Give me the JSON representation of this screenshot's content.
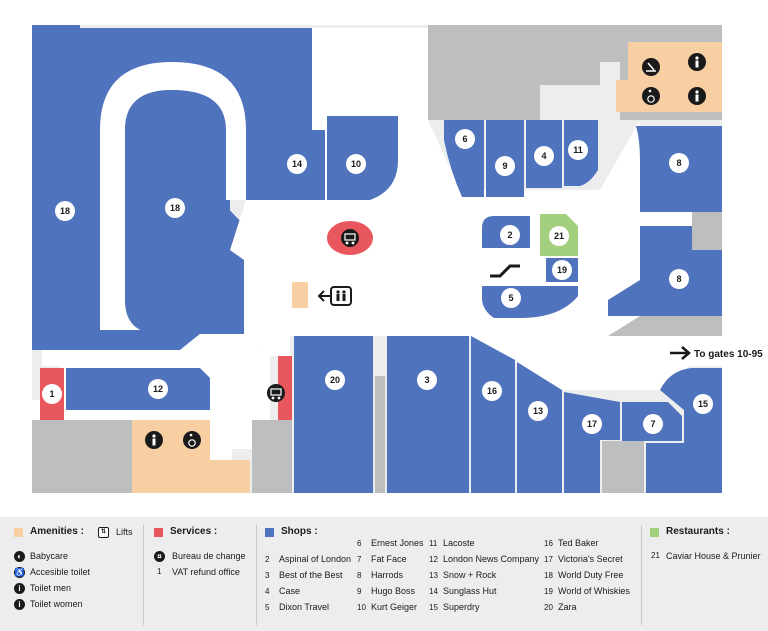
{
  "map": {
    "gates_label": "To gates 10-95",
    "units": [
      {
        "id": "u18a",
        "label": "18"
      },
      {
        "id": "u18b",
        "label": "18"
      },
      {
        "id": "u14",
        "label": "14"
      },
      {
        "id": "u10",
        "label": "10"
      },
      {
        "id": "u6",
        "label": "6"
      },
      {
        "id": "u9",
        "label": "9"
      },
      {
        "id": "u4",
        "label": "4"
      },
      {
        "id": "u11",
        "label": "11"
      },
      {
        "id": "u8a",
        "label": "8"
      },
      {
        "id": "u8b",
        "label": "8"
      },
      {
        "id": "u2",
        "label": "2"
      },
      {
        "id": "u21",
        "label": "21"
      },
      {
        "id": "u19",
        "label": "19"
      },
      {
        "id": "u5",
        "label": "5"
      },
      {
        "id": "u1",
        "label": "1"
      },
      {
        "id": "u12",
        "label": "12"
      },
      {
        "id": "u20",
        "label": "20"
      },
      {
        "id": "u3",
        "label": "3"
      },
      {
        "id": "u16",
        "label": "16"
      },
      {
        "id": "u13",
        "label": "13"
      },
      {
        "id": "u17",
        "label": "17"
      },
      {
        "id": "u7",
        "label": "7"
      },
      {
        "id": "u15",
        "label": "15"
      }
    ]
  },
  "legend": {
    "amenities": {
      "title": "Amenities :",
      "items": [
        "Babycare",
        "Accesible toilet",
        "Toilet men",
        "Toilet women"
      ],
      "lifts": "Lifts"
    },
    "services": {
      "title": "Services :",
      "items": [
        {
          "num": "",
          "label": "Bureau de change"
        },
        {
          "num": "1",
          "label": "VAT refund office"
        }
      ]
    },
    "shops": {
      "title": "Shops :",
      "col1": [
        {
          "num": "2",
          "label": "Aspinal of London"
        },
        {
          "num": "3",
          "label": "Best of the Best"
        },
        {
          "num": "4",
          "label": "Case"
        },
        {
          "num": "5",
          "label": "Dixon Travel"
        }
      ],
      "col2": [
        {
          "num": "6",
          "label": "Ernest Jones"
        },
        {
          "num": "7",
          "label": "Fat Face"
        },
        {
          "num": "8",
          "label": "Harrods"
        },
        {
          "num": "9",
          "label": "Hugo Boss"
        },
        {
          "num": "10",
          "label": "Kurt Geiger"
        }
      ],
      "col3": [
        {
          "num": "11",
          "label": "Lacoste"
        },
        {
          "num": "12",
          "label": "London News Company"
        },
        {
          "num": "13",
          "label": "Snow + Rock"
        },
        {
          "num": "14",
          "label": "Sunglass Hut"
        },
        {
          "num": "15",
          "label": "Superdry"
        }
      ],
      "col4": [
        {
          "num": "16",
          "label": "Ted Baker"
        },
        {
          "num": "17",
          "label": "Victoria's Secret"
        },
        {
          "num": "18",
          "label": "World Duty Free"
        },
        {
          "num": "19",
          "label": "World of Whiskies"
        },
        {
          "num": "20",
          "label": "Zara"
        }
      ]
    },
    "restaurants": {
      "title": "Restaurants :",
      "items": [
        {
          "num": "21",
          "label": "Caviar House & Prunier"
        }
      ]
    }
  },
  "colors": {
    "shop": "#4f73bd",
    "service": "#e8575e",
    "amenity": "#f8cfa2",
    "restaurant": "#a2cf7b",
    "back_of_house": "#bdbec0"
  }
}
